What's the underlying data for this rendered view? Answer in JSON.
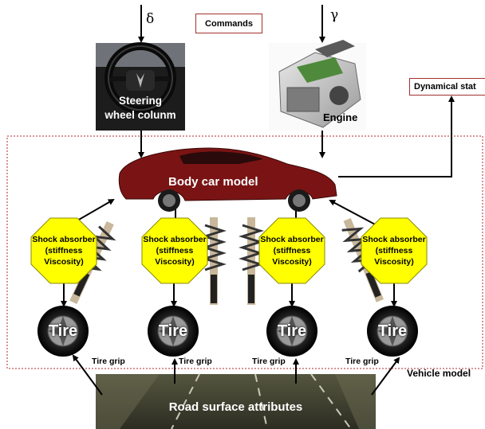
{
  "inputs": {
    "delta": "δ",
    "gamma": "γ"
  },
  "commands_label": "Commands",
  "dynamical_state_label": "Dynamical stat",
  "steering": {
    "line1": "Steering",
    "line2": "wheel colunm"
  },
  "engine_label": "Engine",
  "body_label": "Body car model",
  "shock_absorbers": [
    {
      "line1": "Shock absorber",
      "line2": "(stiffness",
      "line3": "Viscosity)"
    },
    {
      "line1": "Shock absorber",
      "line2": "(stiffness",
      "line3": "Viscosity)"
    },
    {
      "line1": "Shock absorber",
      "line2": "(stiffness",
      "line3": "Viscosity)"
    },
    {
      "line1": "Shock absorber",
      "line2": "(stiffness",
      "line3": "Viscosity)"
    }
  ],
  "tires": [
    "Tire",
    "Tire",
    "Tire",
    "Tire"
  ],
  "tire_grips": [
    "Tire grip",
    "Tire grip",
    "Tire grip",
    "Tire grip"
  ],
  "vehicle_model_label": "Vehicle model",
  "road_label": "Road surface attributes",
  "colors": {
    "frame_border": "#a0322e",
    "dotted_boundary": "#b02a2a",
    "shock_fill": "#ffff00",
    "car_body": "#7a1414",
    "road": "#3a3b2e"
  }
}
